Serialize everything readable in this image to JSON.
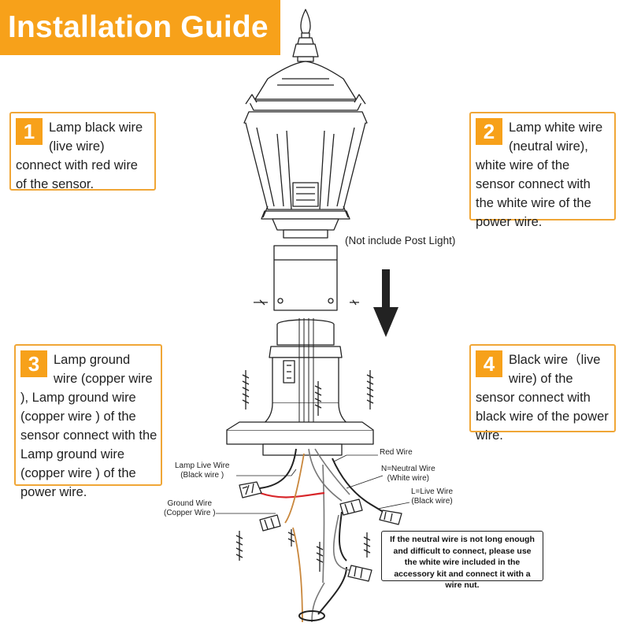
{
  "title": "Installation Guide",
  "steps": [
    {
      "number": "1",
      "text": "Lamp black wire (live wire) connect with red wire of the sensor."
    },
    {
      "number": "2",
      "text": "Lamp white wire (neutral wire), white wire of the sensor connect with the white wire of the power wire."
    },
    {
      "number": "3",
      "text": "Lamp ground wire (copper wire ), Lamp ground wire (copper wire ) of the sensor connect with the Lamp ground wire (copper wire ) of the power wire."
    },
    {
      "number": "4",
      "text": "Black wire（live wire) of the sensor connect with black wire of the power wire."
    }
  ],
  "caption": "(Not include Post Light)",
  "wire_labels": {
    "lamp_live": [
      "Lamp Live Wire",
      "(Black wire )"
    ],
    "ground": [
      "Ground  Wire",
      "(Copper Wire )"
    ],
    "red": [
      "Red Wire"
    ],
    "neutral": [
      "N=Neutral Wire",
      "(White wire)"
    ],
    "live": [
      "L=Live Wire",
      "(Black wire)"
    ]
  },
  "note": "If the neutral wire is not long enough and difficult to connect, please use the white wire included in the accessory kit and connect it with a wire nut.",
  "colors": {
    "accent": "#f7a11a",
    "box_border": "#f0a636",
    "red_wire": "#d8262a",
    "copper_wire": "#c9873c",
    "line": "#222222"
  }
}
